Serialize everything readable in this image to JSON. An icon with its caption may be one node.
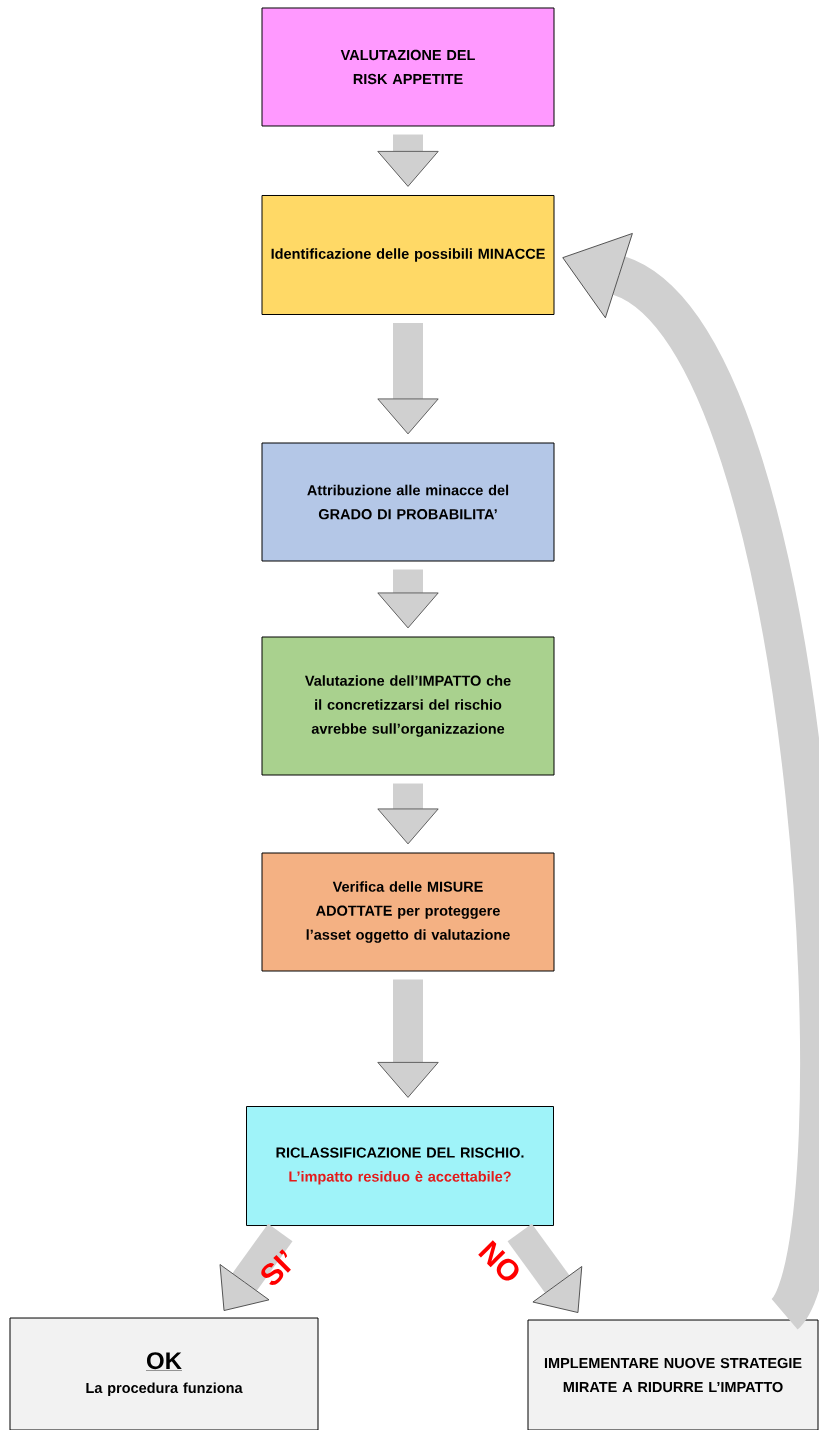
{
  "diagram": {
    "nodes": [
      {
        "text": [
          "VALUTAZIONE DEL RISK APPETITE"
        ]
      },
      {
        "text": [
          "Identificazione delle possibili MINACCE"
        ]
      },
      {
        "text": [
          "Attribuzione alle minacce del GRADO DI PROBABILITA’"
        ]
      },
      {
        "text": [
          "Valutazione dell’IMPATTO che il concretizzarsi del rischio avrebbe sull’organizzazione"
        ]
      },
      {
        "text": [
          "Verifica delle MISURE ADOTTATE per proteggere l’asset oggetto di valutazione"
        ]
      },
      {
        "text": [
          "RICLASSIFICAZIONE DEL RISCHIO.",
          "L’impatto residuo è accettabile?"
        ]
      },
      {
        "text": [
          "OK",
          "La procedura funziona"
        ]
      },
      {
        "text": [
          "IMPLEMENTARE NUOVE STRATEGIE MIRATE A RIDURRE L’IMPATTO"
        ]
      }
    ],
    "edges": [
      {
        "from": 0,
        "to": 1,
        "arrow": "to"
      },
      {
        "from": 1,
        "to": 2,
        "arrow": "to"
      },
      {
        "from": 2,
        "to": 3,
        "arrow": "to"
      },
      {
        "from": 3,
        "to": 4,
        "arrow": "to"
      },
      {
        "from": 4,
        "to": 5,
        "arrow": "to"
      },
      {
        "from": 5,
        "to": 6,
        "arrow": "to",
        "label": "SI’"
      },
      {
        "from": 5,
        "to": 7,
        "arrow": "to",
        "label": "NO"
      },
      {
        "from": 7,
        "to": 1,
        "arrow": "to"
      }
    ]
  }
}
